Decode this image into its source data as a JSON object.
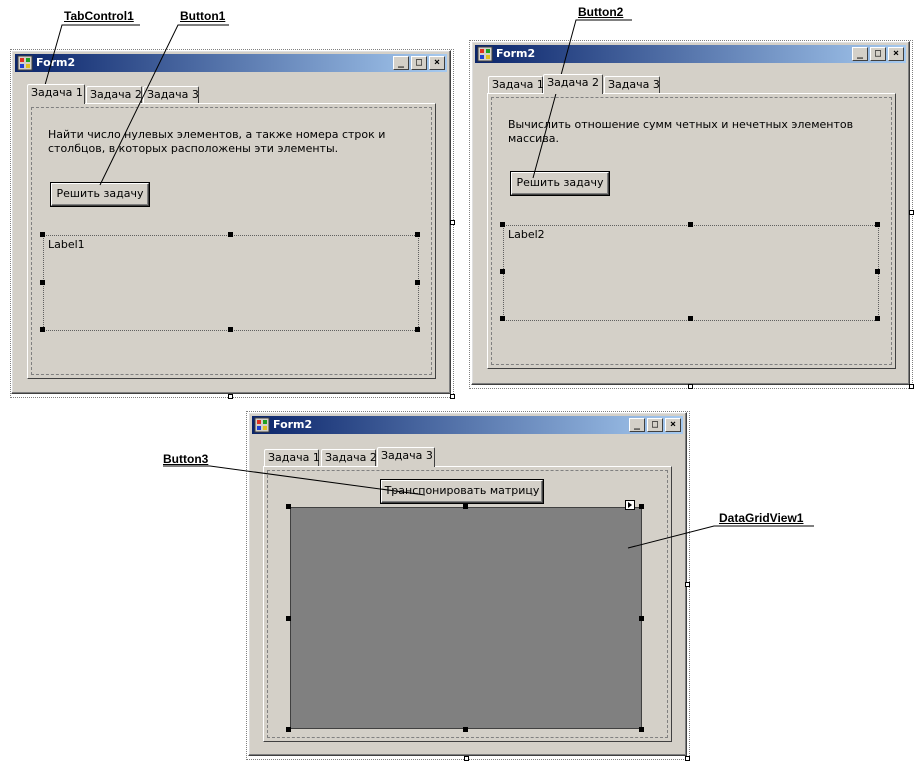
{
  "forms": [
    {
      "title": "Form2",
      "tabs": [
        "Задача 1",
        "Задача 2",
        "Задача 3"
      ],
      "active_tab": 0,
      "description": "Найти число нулевых элементов, а также номера строк и столбцов, в которых расположены эти элементы.",
      "button_label": "Решить задачу",
      "label_text": "Label1"
    },
    {
      "title": "Form2",
      "tabs": [
        "Задача 1",
        "Задача 2",
        "Задача 3"
      ],
      "active_tab": 1,
      "description": "Вычислить отношение сумм четных и нечетных элементов массива.",
      "button_label": "Решить задачу",
      "label_text": "Label2"
    },
    {
      "title": "Form2",
      "tabs": [
        "Задача 1",
        "Задача 2",
        "Задача 3"
      ],
      "active_tab": 2,
      "button_label": "Транспонировать матрицу"
    }
  ],
  "callouts": {
    "tabcontrol1": "TabControl1",
    "button1": "Button1",
    "button2": "Button2",
    "button3": "Button3",
    "datagridview1": "DataGridView1"
  },
  "window_buttons": {
    "minimize": "_",
    "maximize": "□",
    "close": "×"
  },
  "colors": {
    "title_start": "#0a246a",
    "title_end": "#a6caf0",
    "form_bg": "#d4d0c8",
    "grid_bg": "#808080"
  }
}
